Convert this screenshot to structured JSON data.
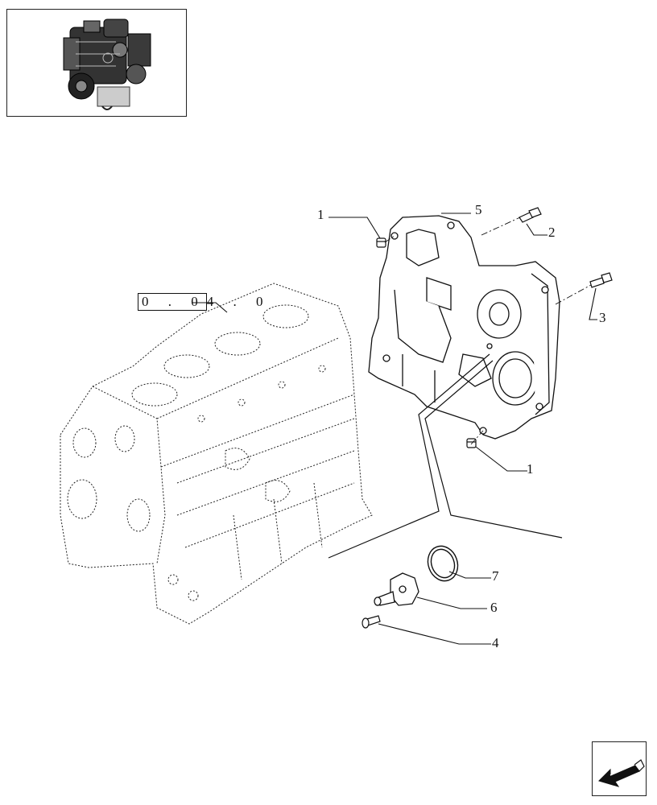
{
  "reference": {
    "code_boxed": "0 . 0",
    "code_rest": "4 . 0"
  },
  "callouts": {
    "c1a": "1",
    "c1b": "1",
    "c2": "2",
    "c3": "3",
    "c4": "4",
    "c5": "5",
    "c6": "6",
    "c7": "7"
  },
  "icons": {
    "thumbnail": "engine-thumbnail-icon",
    "nav": "back-arrow-icon"
  }
}
